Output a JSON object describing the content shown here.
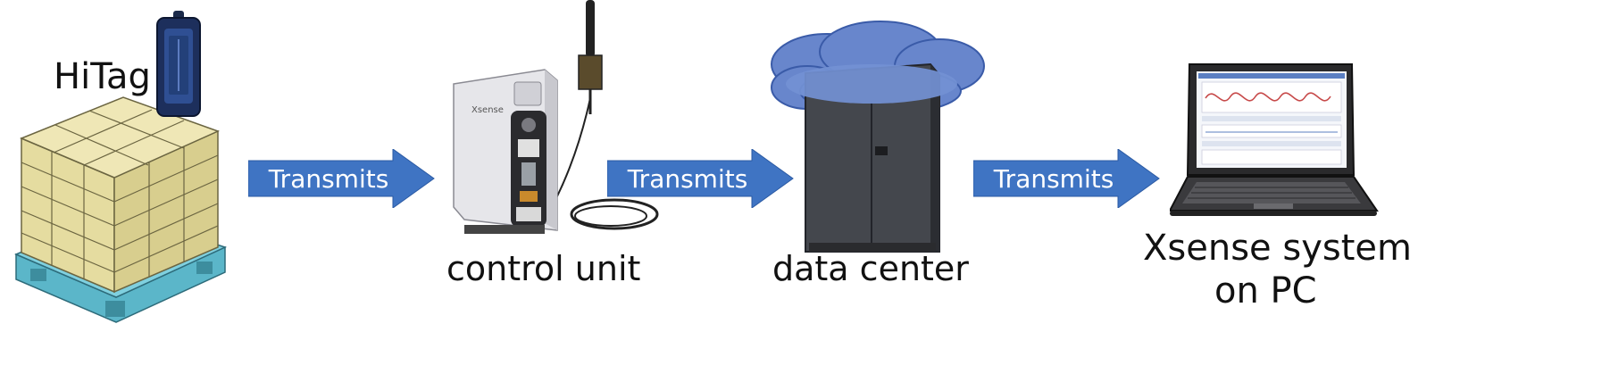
{
  "nodes": {
    "hitag": {
      "label": "HiTag"
    },
    "control_unit": {
      "label": "control unit"
    },
    "data_center": {
      "label": "data center"
    },
    "pc": {
      "label_line1": "Xsense system",
      "label_line2": "on PC"
    }
  },
  "arrows": [
    {
      "label": "Transmits"
    },
    {
      "label": "Transmits"
    },
    {
      "label": "Transmits"
    }
  ],
  "colors": {
    "arrow": "#3f74c3",
    "arrow_text": "#ffffff",
    "box": "#e9e0a4",
    "pallet": "#5bb6c9",
    "cloud": "#5d7fc8",
    "cabinet": "#3b3d42"
  }
}
